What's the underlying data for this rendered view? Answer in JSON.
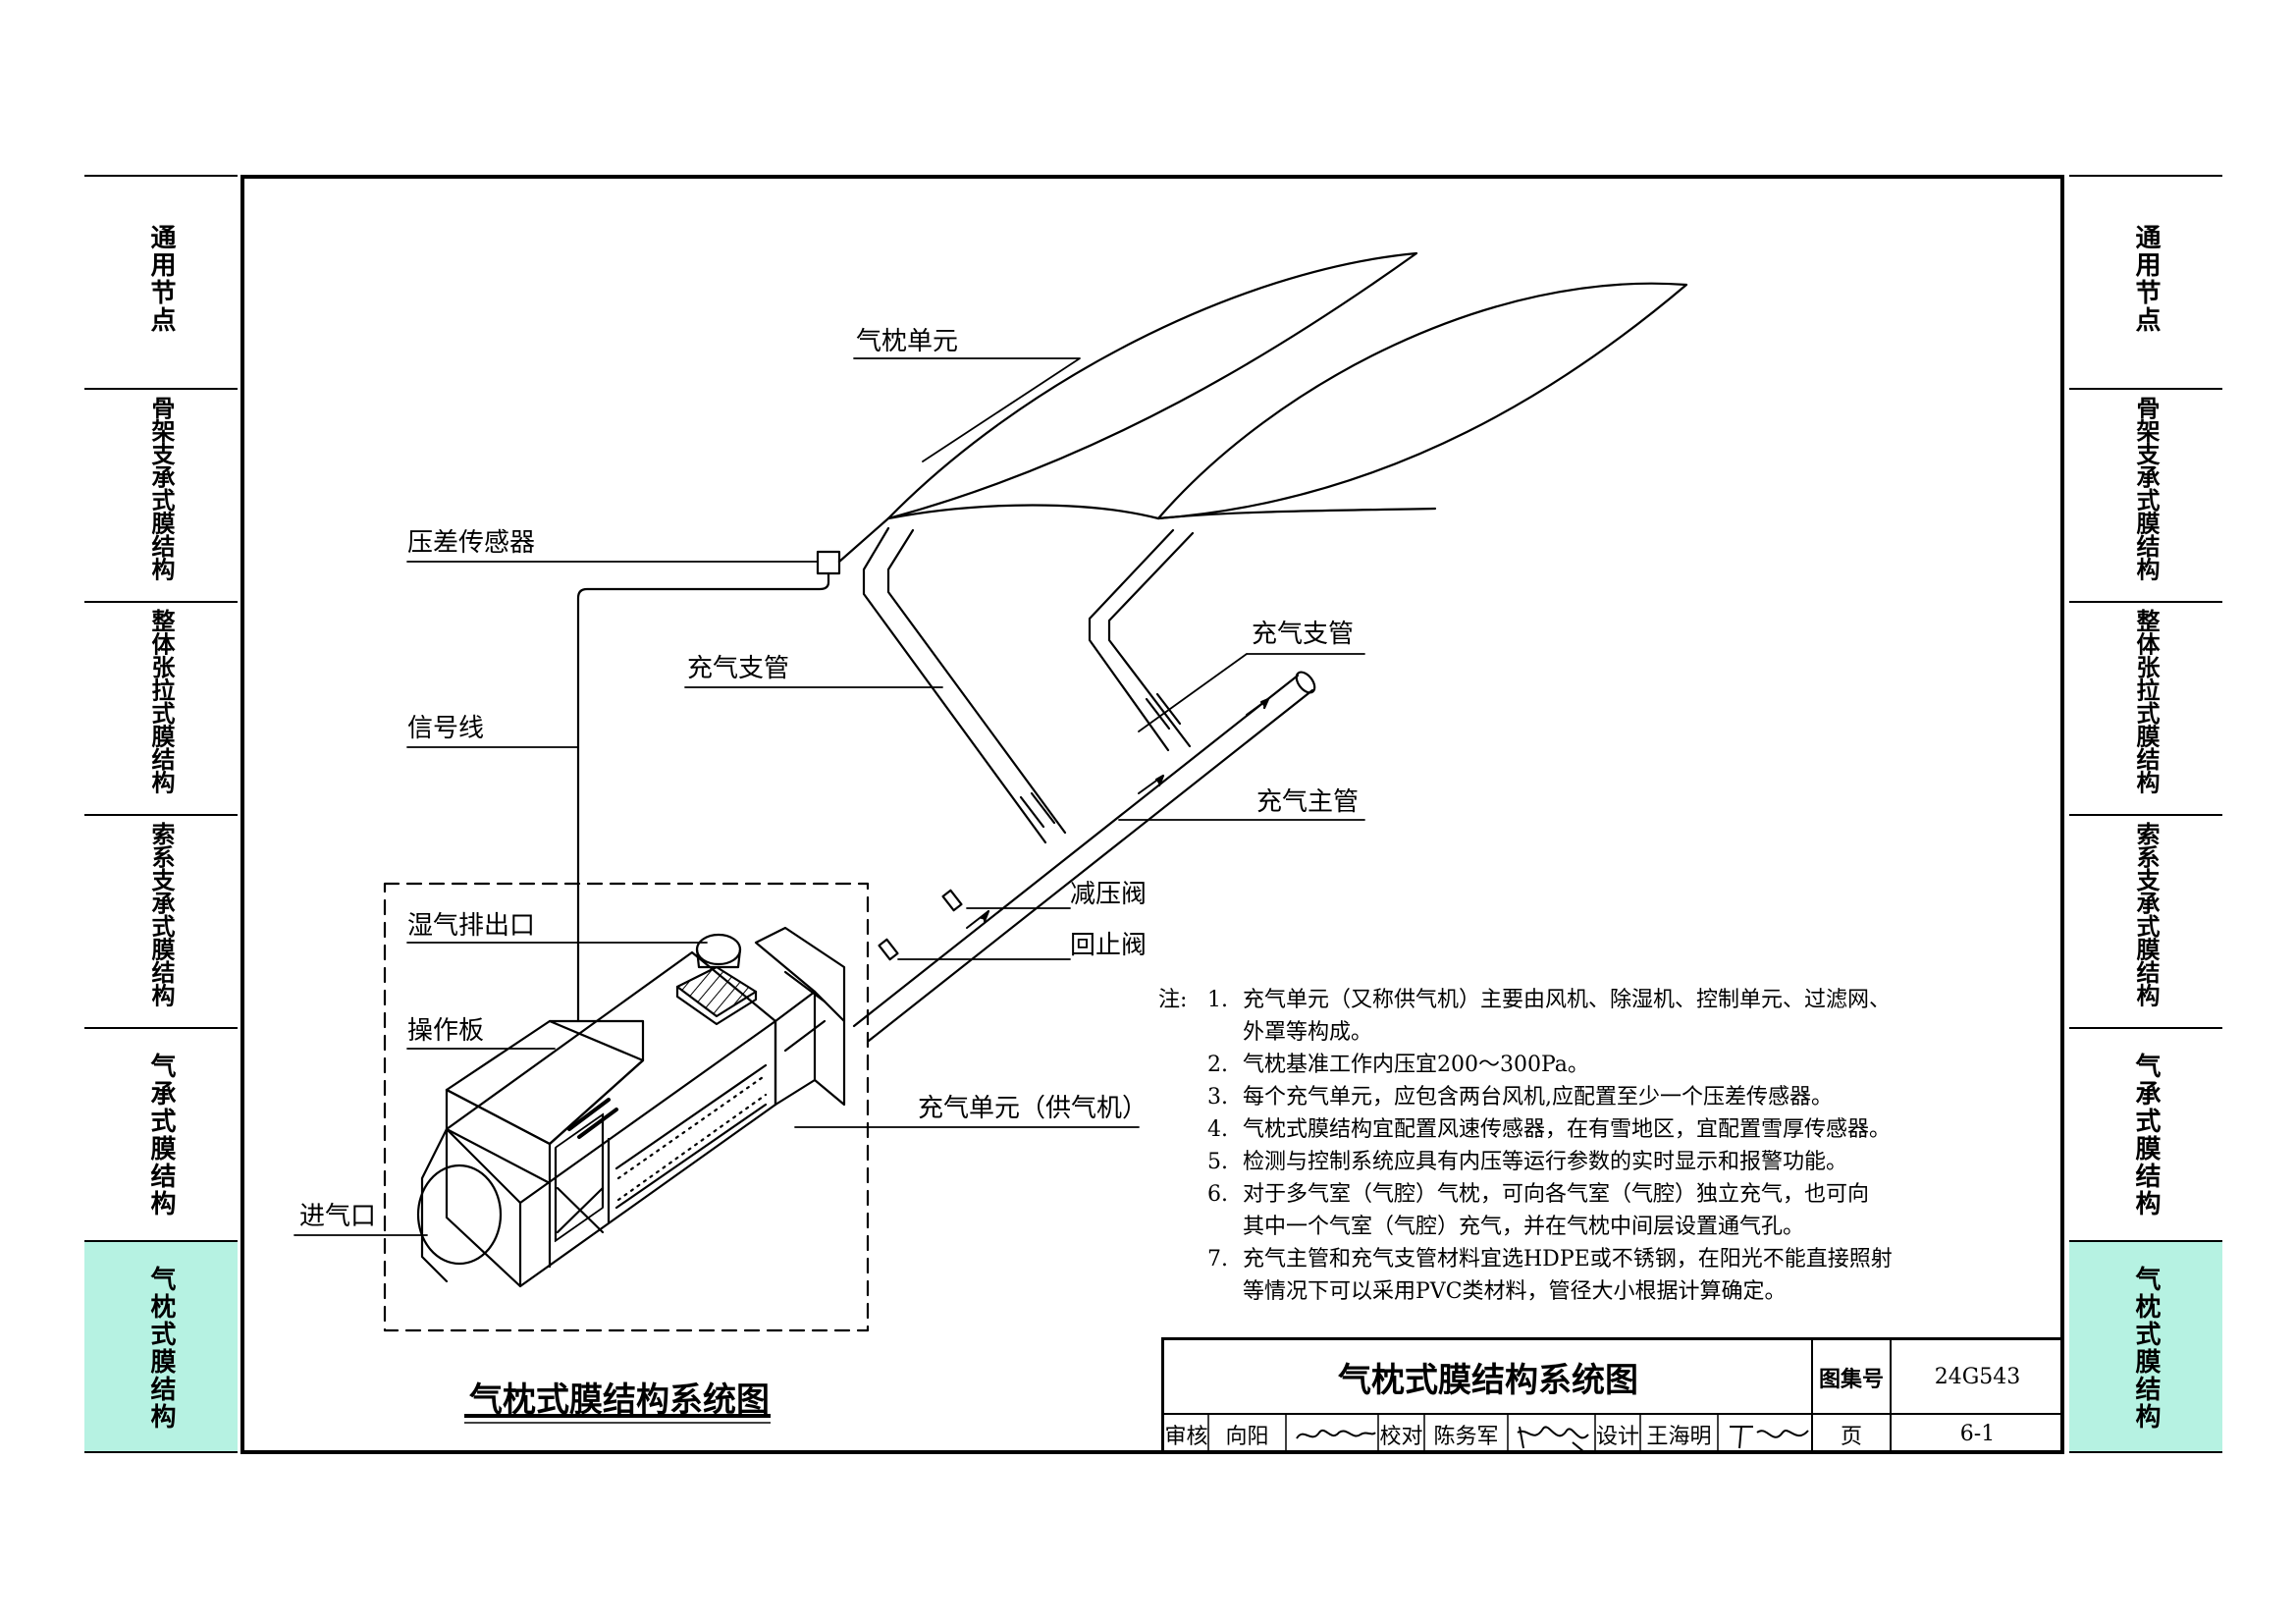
{
  "side_tabs": [
    {
      "label": "通用节点",
      "active": false
    },
    {
      "label": "骨架支承式膜结构",
      "active": false
    },
    {
      "label": "整体张拉式膜结构",
      "active": false
    },
    {
      "label": "索系支承式膜结构",
      "active": false
    },
    {
      "label": "气承式膜结构",
      "active": false
    },
    {
      "label": "气枕式膜结构",
      "active": true
    }
  ],
  "diagram": {
    "labels": {
      "cushion_unit": "气枕单元",
      "pressure_sensor": "压差传感器",
      "branch_pipe_left": "充气支管",
      "branch_pipe_right": "充气支管",
      "signal_line": "信号线",
      "main_pipe": "充气主管",
      "pressure_reducing_valve": "减压阀",
      "check_valve": "回止阀",
      "moisture_outlet": "湿气排出口",
      "control_panel": "操作板",
      "inflation_unit": "充气单元（供气机）",
      "air_inlet": "进气口"
    },
    "title": "气枕式膜结构系统图"
  },
  "notes": {
    "prefix": "注:",
    "items": [
      {
        "num": "1.",
        "lines": [
          "充气单元（又称供气机）主要由风机、除湿机、控制单元、过滤网、",
          "外罩等构成。"
        ]
      },
      {
        "num": "2.",
        "lines": [
          "气枕基准工作内压宜200～300Pa。"
        ]
      },
      {
        "num": "3.",
        "lines": [
          "每个充气单元，应包含两台风机,应配置至少一个压差传感器。"
        ]
      },
      {
        "num": "4.",
        "lines": [
          "气枕式膜结构宜配置风速传感器，在有雪地区，宜配置雪厚传感器。"
        ]
      },
      {
        "num": "5.",
        "lines": [
          "检测与控制系统应具有内压等运行参数的实时显示和报警功能。"
        ]
      },
      {
        "num": "6.",
        "lines": [
          "对于多气室（气腔）气枕，可向各气室（气腔）独立充气，也可向",
          "其中一个气室（气腔）充气，并在气枕中间层设置通气孔。"
        ]
      },
      {
        "num": "7.",
        "lines": [
          "充气主管和充气支管材料宜选HDPE或不锈钢，在阳光不能直接照射",
          "等情况下可以采用PVC类材料，管径大小根据计算确定。"
        ]
      }
    ]
  },
  "title_block": {
    "drawing_title": "气枕式膜结构系统图",
    "atlas_no_label": "图集号",
    "atlas_no": "24G543",
    "review_label": "审核",
    "reviewer": "向阳",
    "check_label": "校对",
    "checker": "陈务军",
    "design_label": "设计",
    "designer": "王海明",
    "page_label": "页",
    "page": "6-1"
  }
}
